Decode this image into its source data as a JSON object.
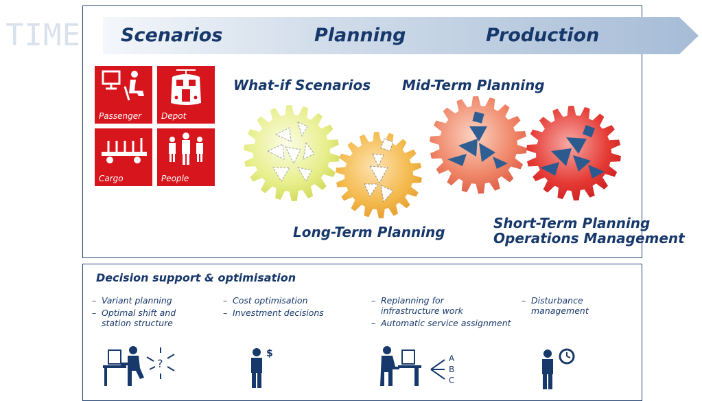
{
  "timeline": {
    "label": "TIME",
    "phases": [
      "Scenarios",
      "Planning",
      "Production"
    ]
  },
  "segments": [
    {
      "label": "Passenger",
      "icon": "passenger-icon"
    },
    {
      "label": "Depot",
      "icon": "train-icon"
    },
    {
      "label": "Cargo",
      "icon": "cargo-wagon-icon"
    },
    {
      "label": "People",
      "icon": "people-icon"
    }
  ],
  "gears": [
    {
      "title": "What-if Scenarios",
      "color": "#dbe86a"
    },
    {
      "title": "Long-Term Planning",
      "color": "#f3b43e"
    },
    {
      "title": "Mid-Term Planning",
      "color": "#ef7a5a"
    },
    {
      "title_line1": "Short-Term Planning",
      "title_line2": "Operations Management",
      "color": "#e4262c"
    }
  ],
  "decision_support": {
    "title": "Decision support & optimisation",
    "columns": [
      {
        "items": [
          "Variant planning",
          "Optimal shift and\nstation structure"
        ],
        "icon": "workstation-question-icon"
      },
      {
        "items": [
          "Cost optimisation",
          "Investment decisions"
        ],
        "icon": "person-dollar-icon"
      },
      {
        "items": [
          "Replanning for\ninfrastructure work",
          "Automatic service assignment"
        ],
        "icon": "workstation-abc-icon"
      },
      {
        "items": [
          "Disturbance\nmanagement"
        ],
        "icon": "person-clock-icon"
      }
    ]
  },
  "colors": {
    "navy": "#17386b",
    "red_tile": "#d7151d",
    "arrow": "#a9bfd9",
    "time_label": "#d8e1ec"
  }
}
